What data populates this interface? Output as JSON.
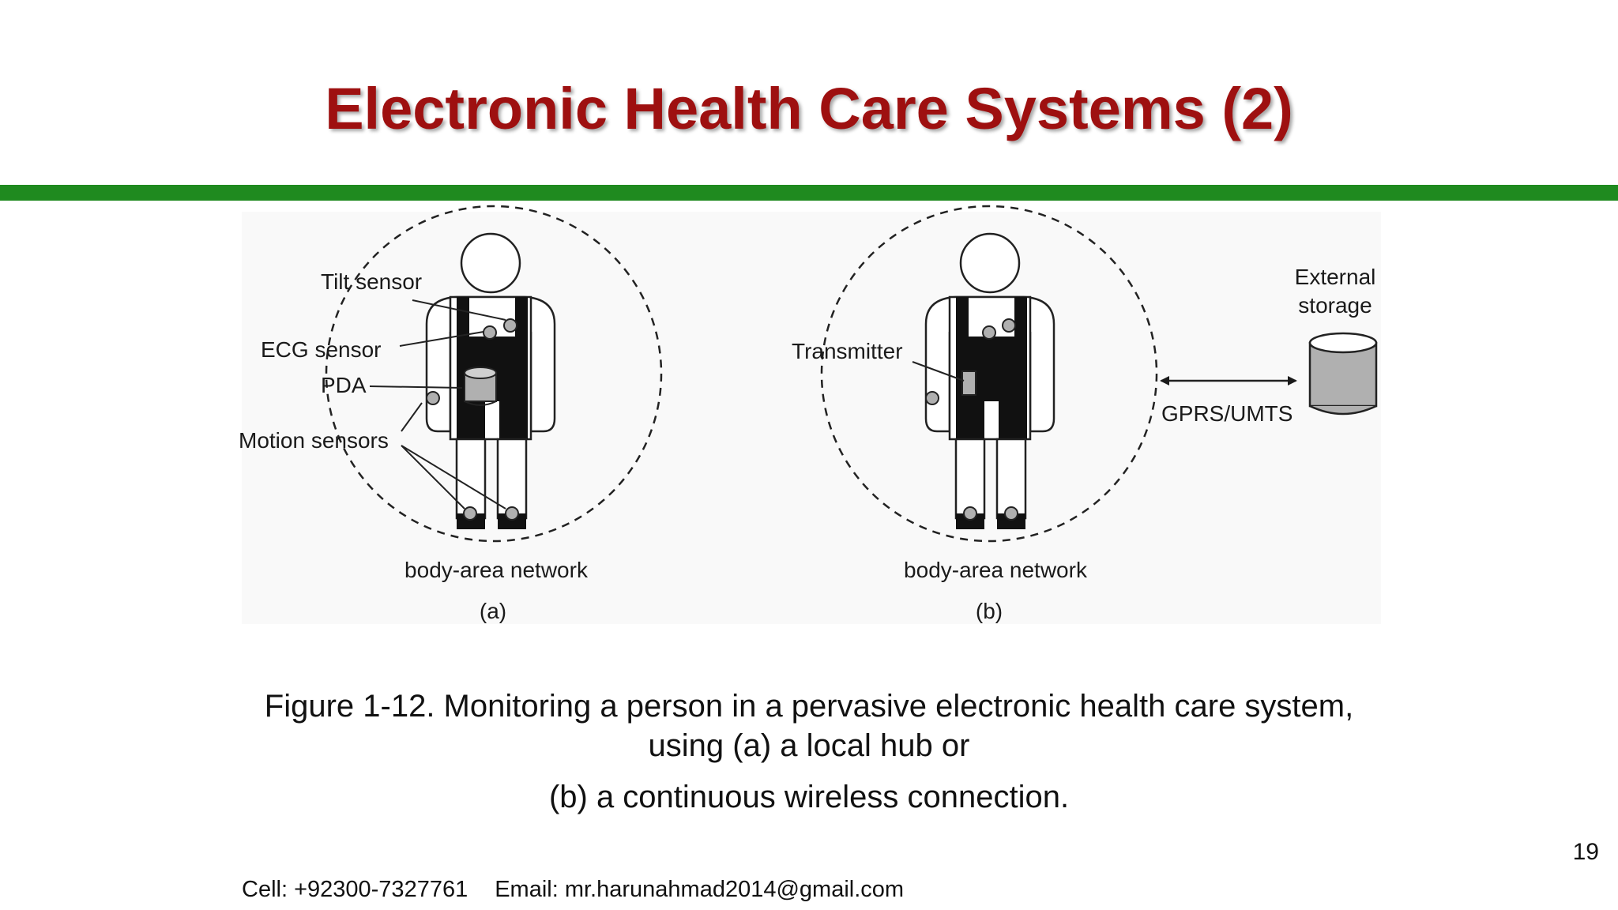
{
  "slide": {
    "title": "Electronic Health Care Systems (2)",
    "page_number": "19"
  },
  "colors": {
    "title": "#9e1010",
    "rule": "#1f8a1f",
    "sensor_fill": "#b0b0b0",
    "clothing": "#111111"
  },
  "figure": {
    "panel_a": {
      "labels": {
        "tilt_sensor": "Tilt sensor",
        "ecg_sensor": "ECG sensor",
        "pda": "PDA",
        "motion_sensors": "Motion sensors",
        "network": "body-area network",
        "panel_label": "(a)"
      }
    },
    "panel_b": {
      "labels": {
        "transmitter": "Transmitter",
        "external_storage_line1": "External",
        "external_storage_line2": "storage",
        "link": "GPRS/UMTS",
        "network": "body-area network",
        "panel_label": "(b)"
      }
    }
  },
  "caption": {
    "line1": "Figure 1-12. Monitoring a person in a pervasive electronic health care system,",
    "line2": "using (a) a local hub or",
    "line3": "(b) a continuous wireless connection."
  },
  "footer": {
    "cell": "Cell: +92300-7327761",
    "email": "Email: mr.harunahmad2014@gmail.com"
  }
}
